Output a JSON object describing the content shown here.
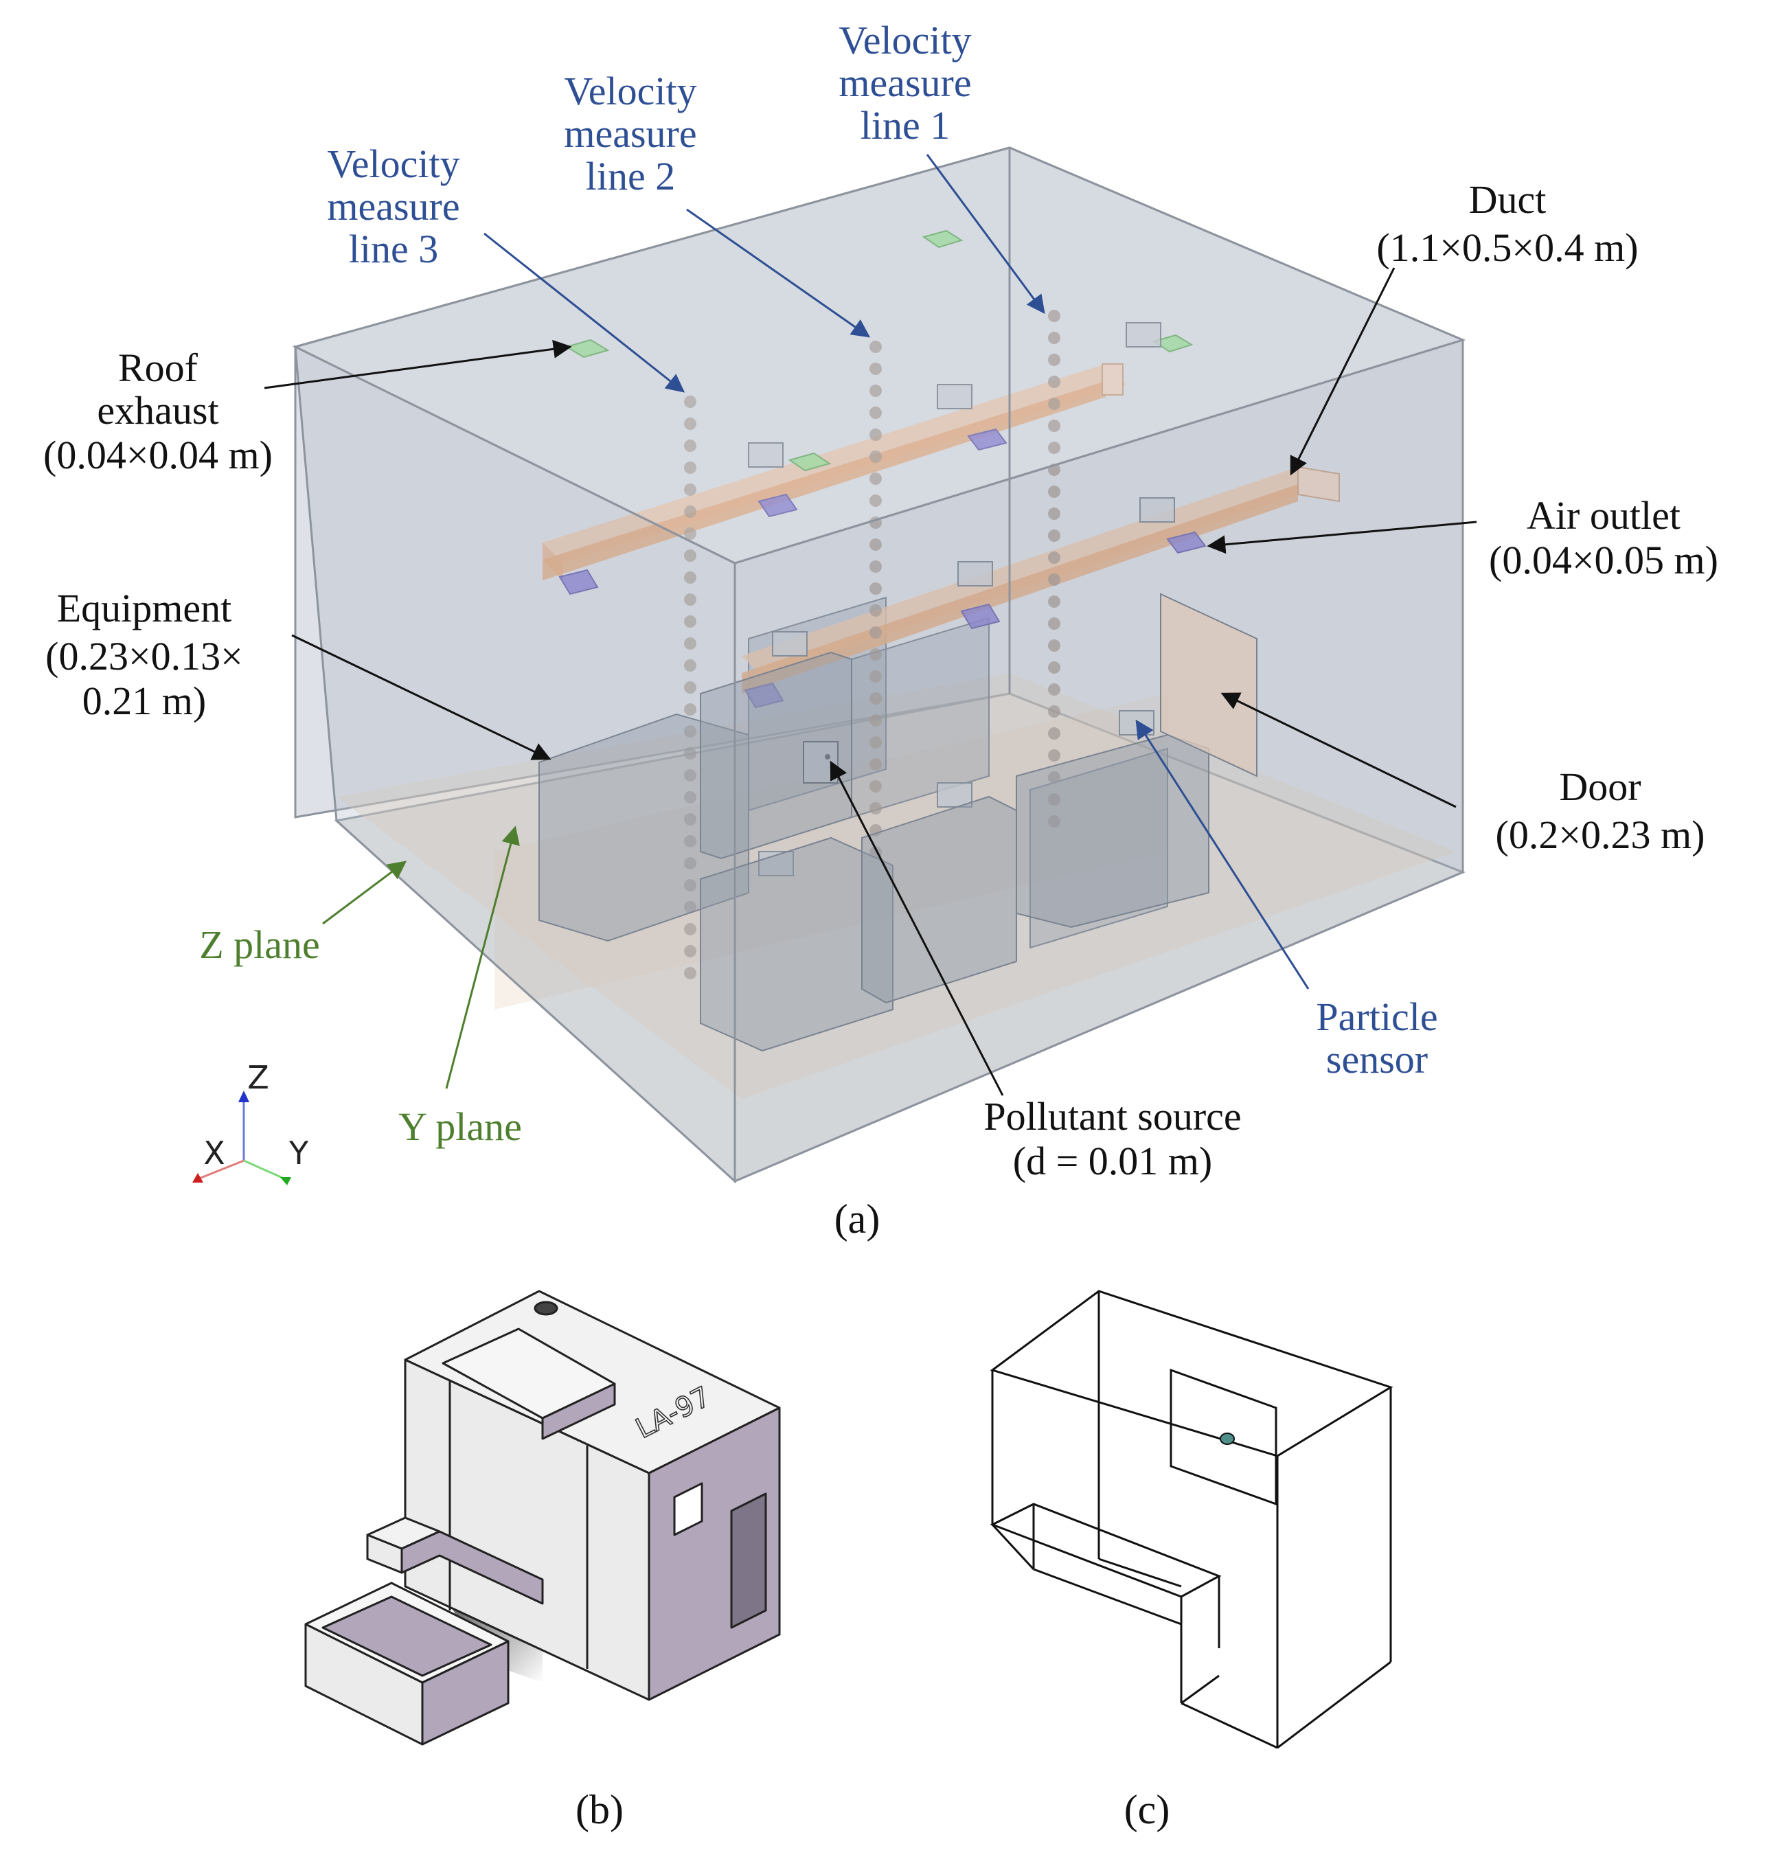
{
  "colors": {
    "label_blue": "#2e4f94",
    "label_black": "#111111",
    "label_green": "#4e7f2e",
    "room_fill": "#b9c0cc",
    "duct_fill": "#e6a472",
    "outlet_fill": "#7a6fd0",
    "exhaust_fill": "#8fe08a",
    "equipment_fill": "#7f8a9a",
    "probe_fill": "#9a8a80",
    "cabinet_side": "#b2a6bb"
  },
  "panel_a": {
    "velocity_line_1": [
      "Velocity",
      "measure",
      "line 1"
    ],
    "velocity_line_2": [
      "Velocity",
      "measure",
      "line 2"
    ],
    "velocity_line_3": [
      "Velocity",
      "measure",
      "line 3"
    ],
    "duct": [
      "Duct",
      "(1.1×0.5×0.4 m)"
    ],
    "roof_exhaust": [
      "Roof",
      "exhaust",
      "(0.04×0.04 m)"
    ],
    "air_outlet": [
      "Air outlet",
      "(0.04×0.05 m)"
    ],
    "equipment": [
      "Equipment",
      "(0.23×0.13×",
      "0.21 m)"
    ],
    "door": [
      "Door",
      "(0.2×0.23 m)"
    ],
    "particle_sensor": [
      "Particle",
      "sensor"
    ],
    "pollutant_source": [
      "Pollutant source",
      "(d = 0.01 m)"
    ],
    "z_plane": "Z plane",
    "y_plane": "Y plane",
    "axes": {
      "z": "Z",
      "x": "X",
      "y": "Y"
    },
    "caption": "(a)"
  },
  "panel_b": {
    "cabinet_text": "LA-97",
    "caption": "(b)"
  },
  "panel_c": {
    "caption": "(c)"
  }
}
